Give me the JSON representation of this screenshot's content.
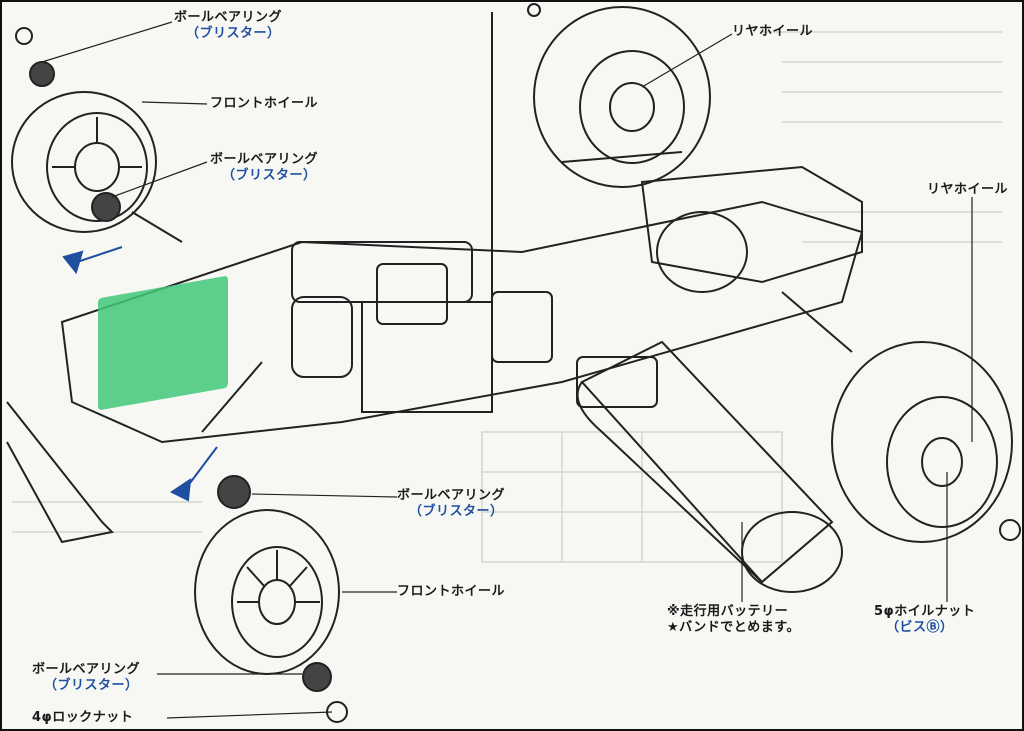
{
  "labels": {
    "ball_bearing_top": "ボールベアリング",
    "blister_top": "（ブリスター）",
    "front_wheel_top": "フロントホイール",
    "ball_bearing_2": "ボールベアリング",
    "blister_2": "（ブリスター）",
    "rear_wheel_top": "リヤホイール",
    "rear_wheel_right": "リヤホイール",
    "ball_bearing_3": "ボールベアリング",
    "blister_3": "（ブリスター）",
    "front_wheel_bottom": "フロントホイール",
    "battery_line1": "※走行用バッテリー",
    "battery_line2": "★バンドでとめます。",
    "wheel_nut": "5φホイルナット",
    "wheel_nut_sub": "（ビスⒷ）",
    "ball_bearing_4": "ボールベアリング",
    "blister_4": "（ブリスター）",
    "lock_nut": "4φロックナット"
  },
  "colors": {
    "highlight": "#40c878",
    "accent_blue": "#1f4fa0",
    "line": "#222222"
  }
}
